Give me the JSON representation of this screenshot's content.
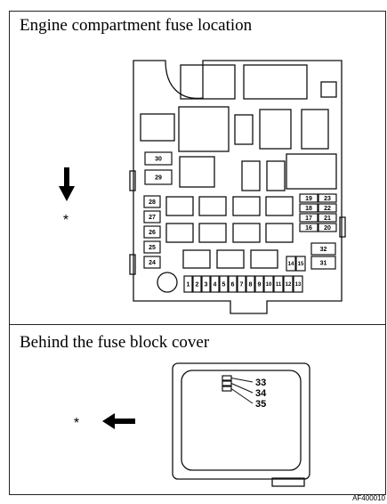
{
  "headings": {
    "engine": "Engine compartment fuse location",
    "cover": "Behind the fuse block cover"
  },
  "marker": "*",
  "image_code": "AF400010",
  "fuses_left": [
    "30",
    "29",
    "28",
    "27",
    "26",
    "25",
    "24"
  ],
  "fuses_right": [
    "19",
    "23",
    "18",
    "22",
    "17",
    "21",
    "16",
    "20",
    "32",
    "14",
    "15",
    "31"
  ],
  "fuses_bottom": [
    "1",
    "2",
    "3",
    "4",
    "5",
    "6",
    "7",
    "8",
    "9",
    "10",
    "11",
    "12",
    "13"
  ],
  "fuses_cover": [
    "33",
    "34",
    "35"
  ]
}
